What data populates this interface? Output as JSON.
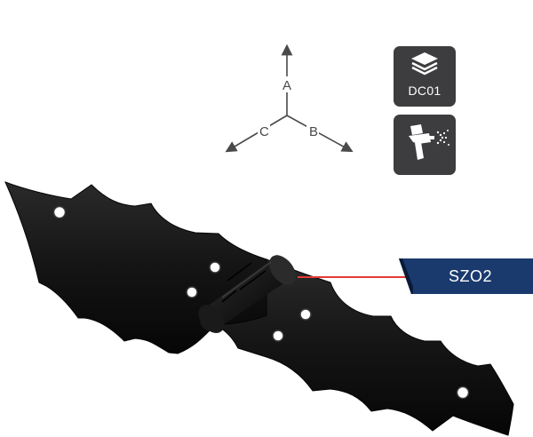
{
  "dimensions": {
    "axis_a": "A",
    "axis_b": "B",
    "axis_c": "C"
  },
  "badges": {
    "material": {
      "icon": "layers-icon",
      "text": "DC01"
    },
    "finish": {
      "icon": "spray-gun-icon"
    }
  },
  "product": {
    "code": "SZO2"
  },
  "colors": {
    "badge_bg": "#3d3d3f",
    "tag_navy": "#1a3a6e",
    "tag_shadow": "#0c1f44",
    "accent_line": "#e23b35",
    "hinge_black": "#141414"
  }
}
